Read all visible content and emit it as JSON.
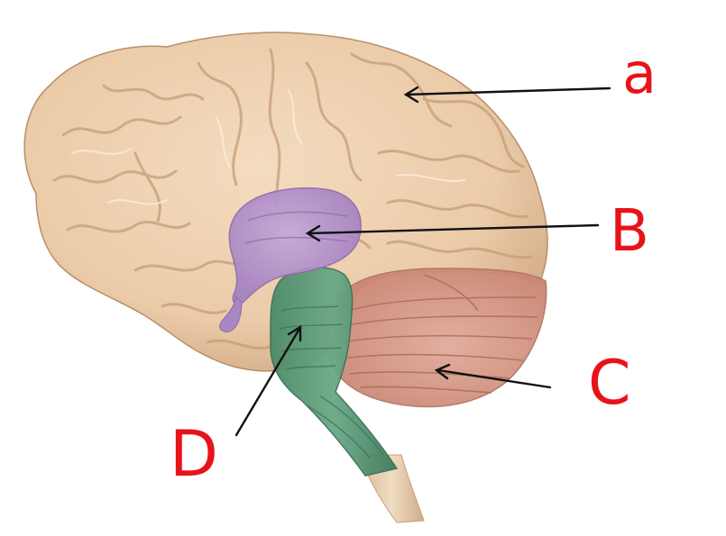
{
  "labels": {
    "a": "a",
    "b": "B",
    "c": "C",
    "d": "D"
  },
  "colors": {
    "cerebrum": "#ecd0b1",
    "cerebrum_shadow": "#c9a27d",
    "diencephalon": "#b596c9",
    "cerebellum": "#d99e8e",
    "brainstem": "#5d9c7a",
    "label_ink": "#e8131a",
    "arrow": "#111111"
  }
}
